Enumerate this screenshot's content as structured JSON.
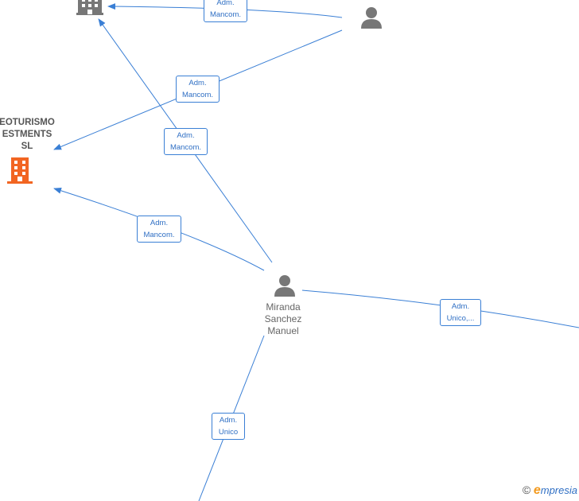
{
  "nodes": {
    "company_left": {
      "name_lines": [
        "EOTURISMO",
        "ESTMENTS",
        "SL"
      ],
      "color": "#f26522"
    },
    "company_top": {
      "color": "#777777"
    },
    "person_top_right": {
      "color": "#777777"
    },
    "person_center": {
      "name_lines": [
        "Miranda",
        "Sanchez",
        "Manuel"
      ],
      "color": "#777777"
    }
  },
  "edge_labels": {
    "e1": [
      "Adm.",
      "Mancom."
    ],
    "e2": [
      "Adm.",
      "Mancom."
    ],
    "e3": [
      "Adm.",
      "Mancom."
    ],
    "e4": [
      "Adm.",
      "Mancom."
    ],
    "e5": [
      "Adm.",
      "Unico,..."
    ],
    "e6": [
      "Adm.",
      "Unico"
    ]
  },
  "watermark": {
    "copyright": "©",
    "brand_initial": "e",
    "brand_rest": "mpresia"
  },
  "colors": {
    "edge": "#3a7fd5",
    "label_text": "#2f6fc4",
    "company_highlight": "#f26522",
    "node_gray": "#777777"
  }
}
